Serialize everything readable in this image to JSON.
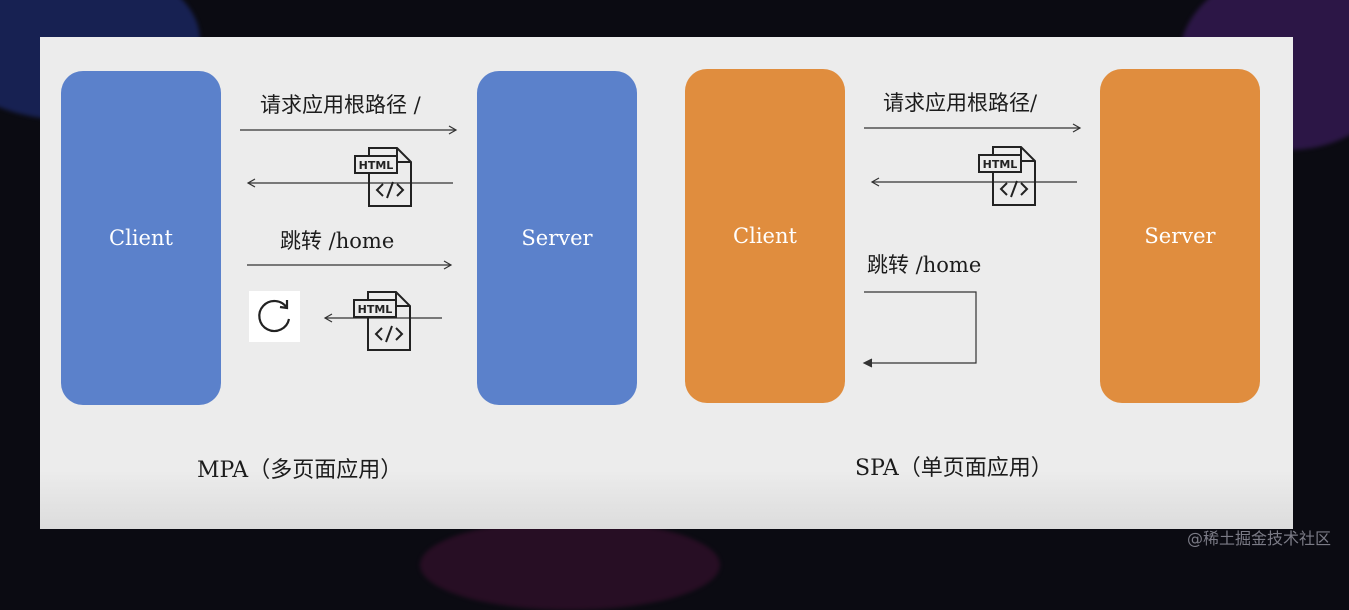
{
  "mpa": {
    "client_label": "Client",
    "server_label": "Server",
    "request_label": "请求应用根路径 /",
    "navigate_label": "跳转 /home",
    "caption": "MPA（多页面应用）",
    "html_icon_text": "HTML",
    "color": "#5b81cb"
  },
  "spa": {
    "client_label": "Client",
    "server_label": "Server",
    "request_label": "请求应用根路径/",
    "navigate_label": "跳转 /home",
    "caption": "SPA（单页面应用）",
    "html_icon_text": "HTML",
    "color": "#e08d3e"
  },
  "icons": {
    "file": "html-file-icon",
    "refresh": "refresh-icon"
  },
  "watermark": "@稀土掘金技术社区"
}
